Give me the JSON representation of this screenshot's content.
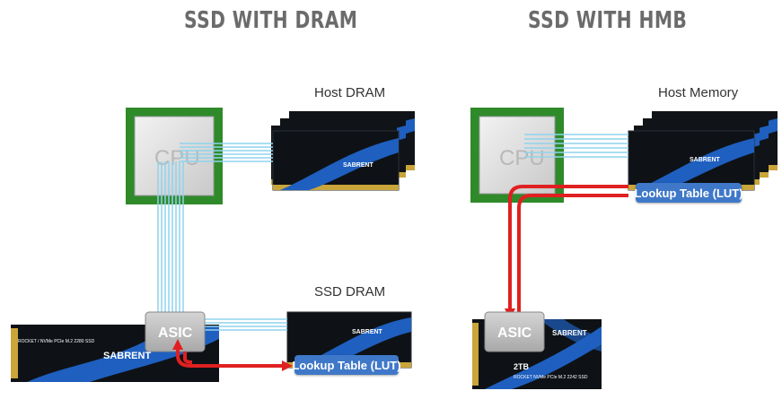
{
  "diagrams": [
    {
      "title": "SSD WITH DRAM",
      "cpu_label": "CPU",
      "host_label": "Host DRAM",
      "ssd_dram_label": "SSD DRAM",
      "asic_label": "ASIC",
      "lut_label": "Lookup Table (LUT)",
      "ssd_brand": "SABRENT",
      "ssd_model": "ROCKET / NVMe PCIe M.2 2280 SSD"
    },
    {
      "title": "SSD WITH HMB",
      "cpu_label": "CPU",
      "host_label": "Host Memory",
      "asic_label": "ASIC",
      "lut_label": "Lookup Table (LUT)",
      "ssd_brand": "SABRENT",
      "ssd_capacity": "2TB",
      "ssd_model": "ROCKET NVMe PCIe M.2 2242 SSD"
    }
  ],
  "ram_brand": "SABRENT",
  "colors": {
    "bus_lines": "#8fd3ee",
    "data_path": "#e02020",
    "lut_box": "#3f78c8",
    "title": "#6b6b6b",
    "pcb_green": "#2f8a2a",
    "module_black": "#101418",
    "module_blue": "#1f5fbf"
  }
}
